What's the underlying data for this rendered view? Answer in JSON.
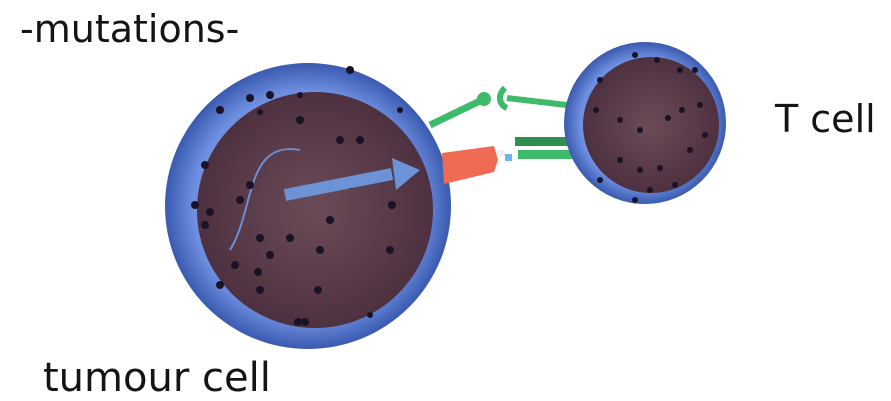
{
  "labels": {
    "mutations": "-mutations-",
    "t_cell": "T cell",
    "tumour_cell": "tumour cell"
  },
  "colors": {
    "membrane": "#5b7fd6",
    "membrane_dark": "#2f4f9e",
    "cytoplasm": "#5e3f4d",
    "nucleus_dots": "#1a1326",
    "arrow": "#6b93d6",
    "receptor_green": "#3dbb6a",
    "receptor_dark_green": "#2e8f4f",
    "antigen_orange": "#ee6a52",
    "chain_blue": "#4a78c8"
  }
}
